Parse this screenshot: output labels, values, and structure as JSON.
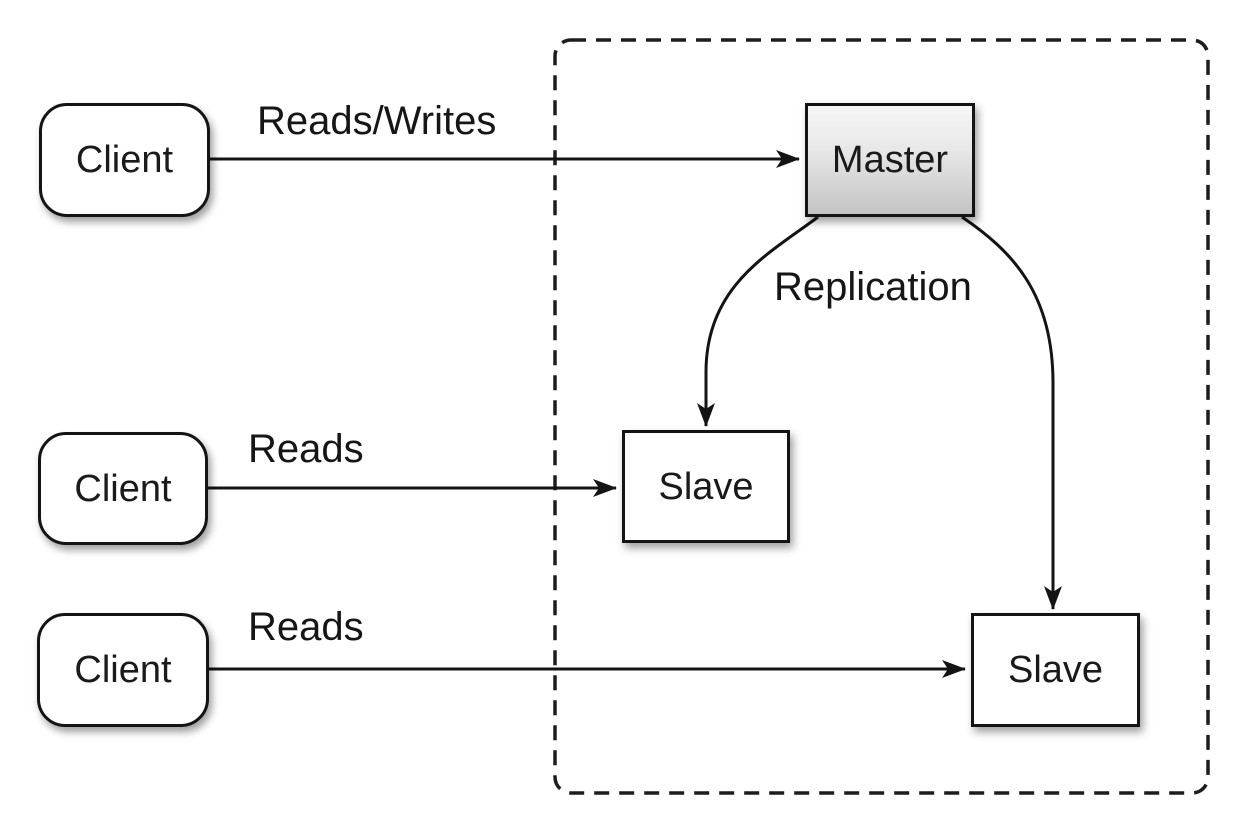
{
  "colors": {
    "background": "#ffffff",
    "node_border": "#141414",
    "node_fill": "#ffffff",
    "master_gradient_top": "#f6f6f6",
    "master_gradient_bottom": "#c4c4c4",
    "arrow": "#141414",
    "text": "#1a1a1a"
  },
  "diagram": {
    "nodes": [
      {
        "id": "client-1",
        "label": "Client",
        "shape": "rounded-rect"
      },
      {
        "id": "client-2",
        "label": "Client",
        "shape": "rounded-rect"
      },
      {
        "id": "client-3",
        "label": "Client",
        "shape": "rounded-rect"
      },
      {
        "id": "master",
        "label": "Master",
        "shape": "rect"
      },
      {
        "id": "slave-1",
        "label": "Slave",
        "shape": "rect"
      },
      {
        "id": "slave-2",
        "label": "Slave",
        "shape": "rect"
      }
    ],
    "edges": [
      {
        "from": "client-1",
        "to": "master",
        "label": "Reads/Writes"
      },
      {
        "from": "client-2",
        "to": "slave-1",
        "label": "Reads"
      },
      {
        "from": "client-3",
        "to": "slave-2",
        "label": "Reads"
      },
      {
        "from": "master",
        "to": "slave-1",
        "label": "Replication"
      },
      {
        "from": "master",
        "to": "slave-2",
        "label": ""
      }
    ],
    "cluster": {
      "style": "dashed-rounded-rect",
      "contains": [
        "master",
        "slave-1",
        "slave-2"
      ]
    }
  }
}
